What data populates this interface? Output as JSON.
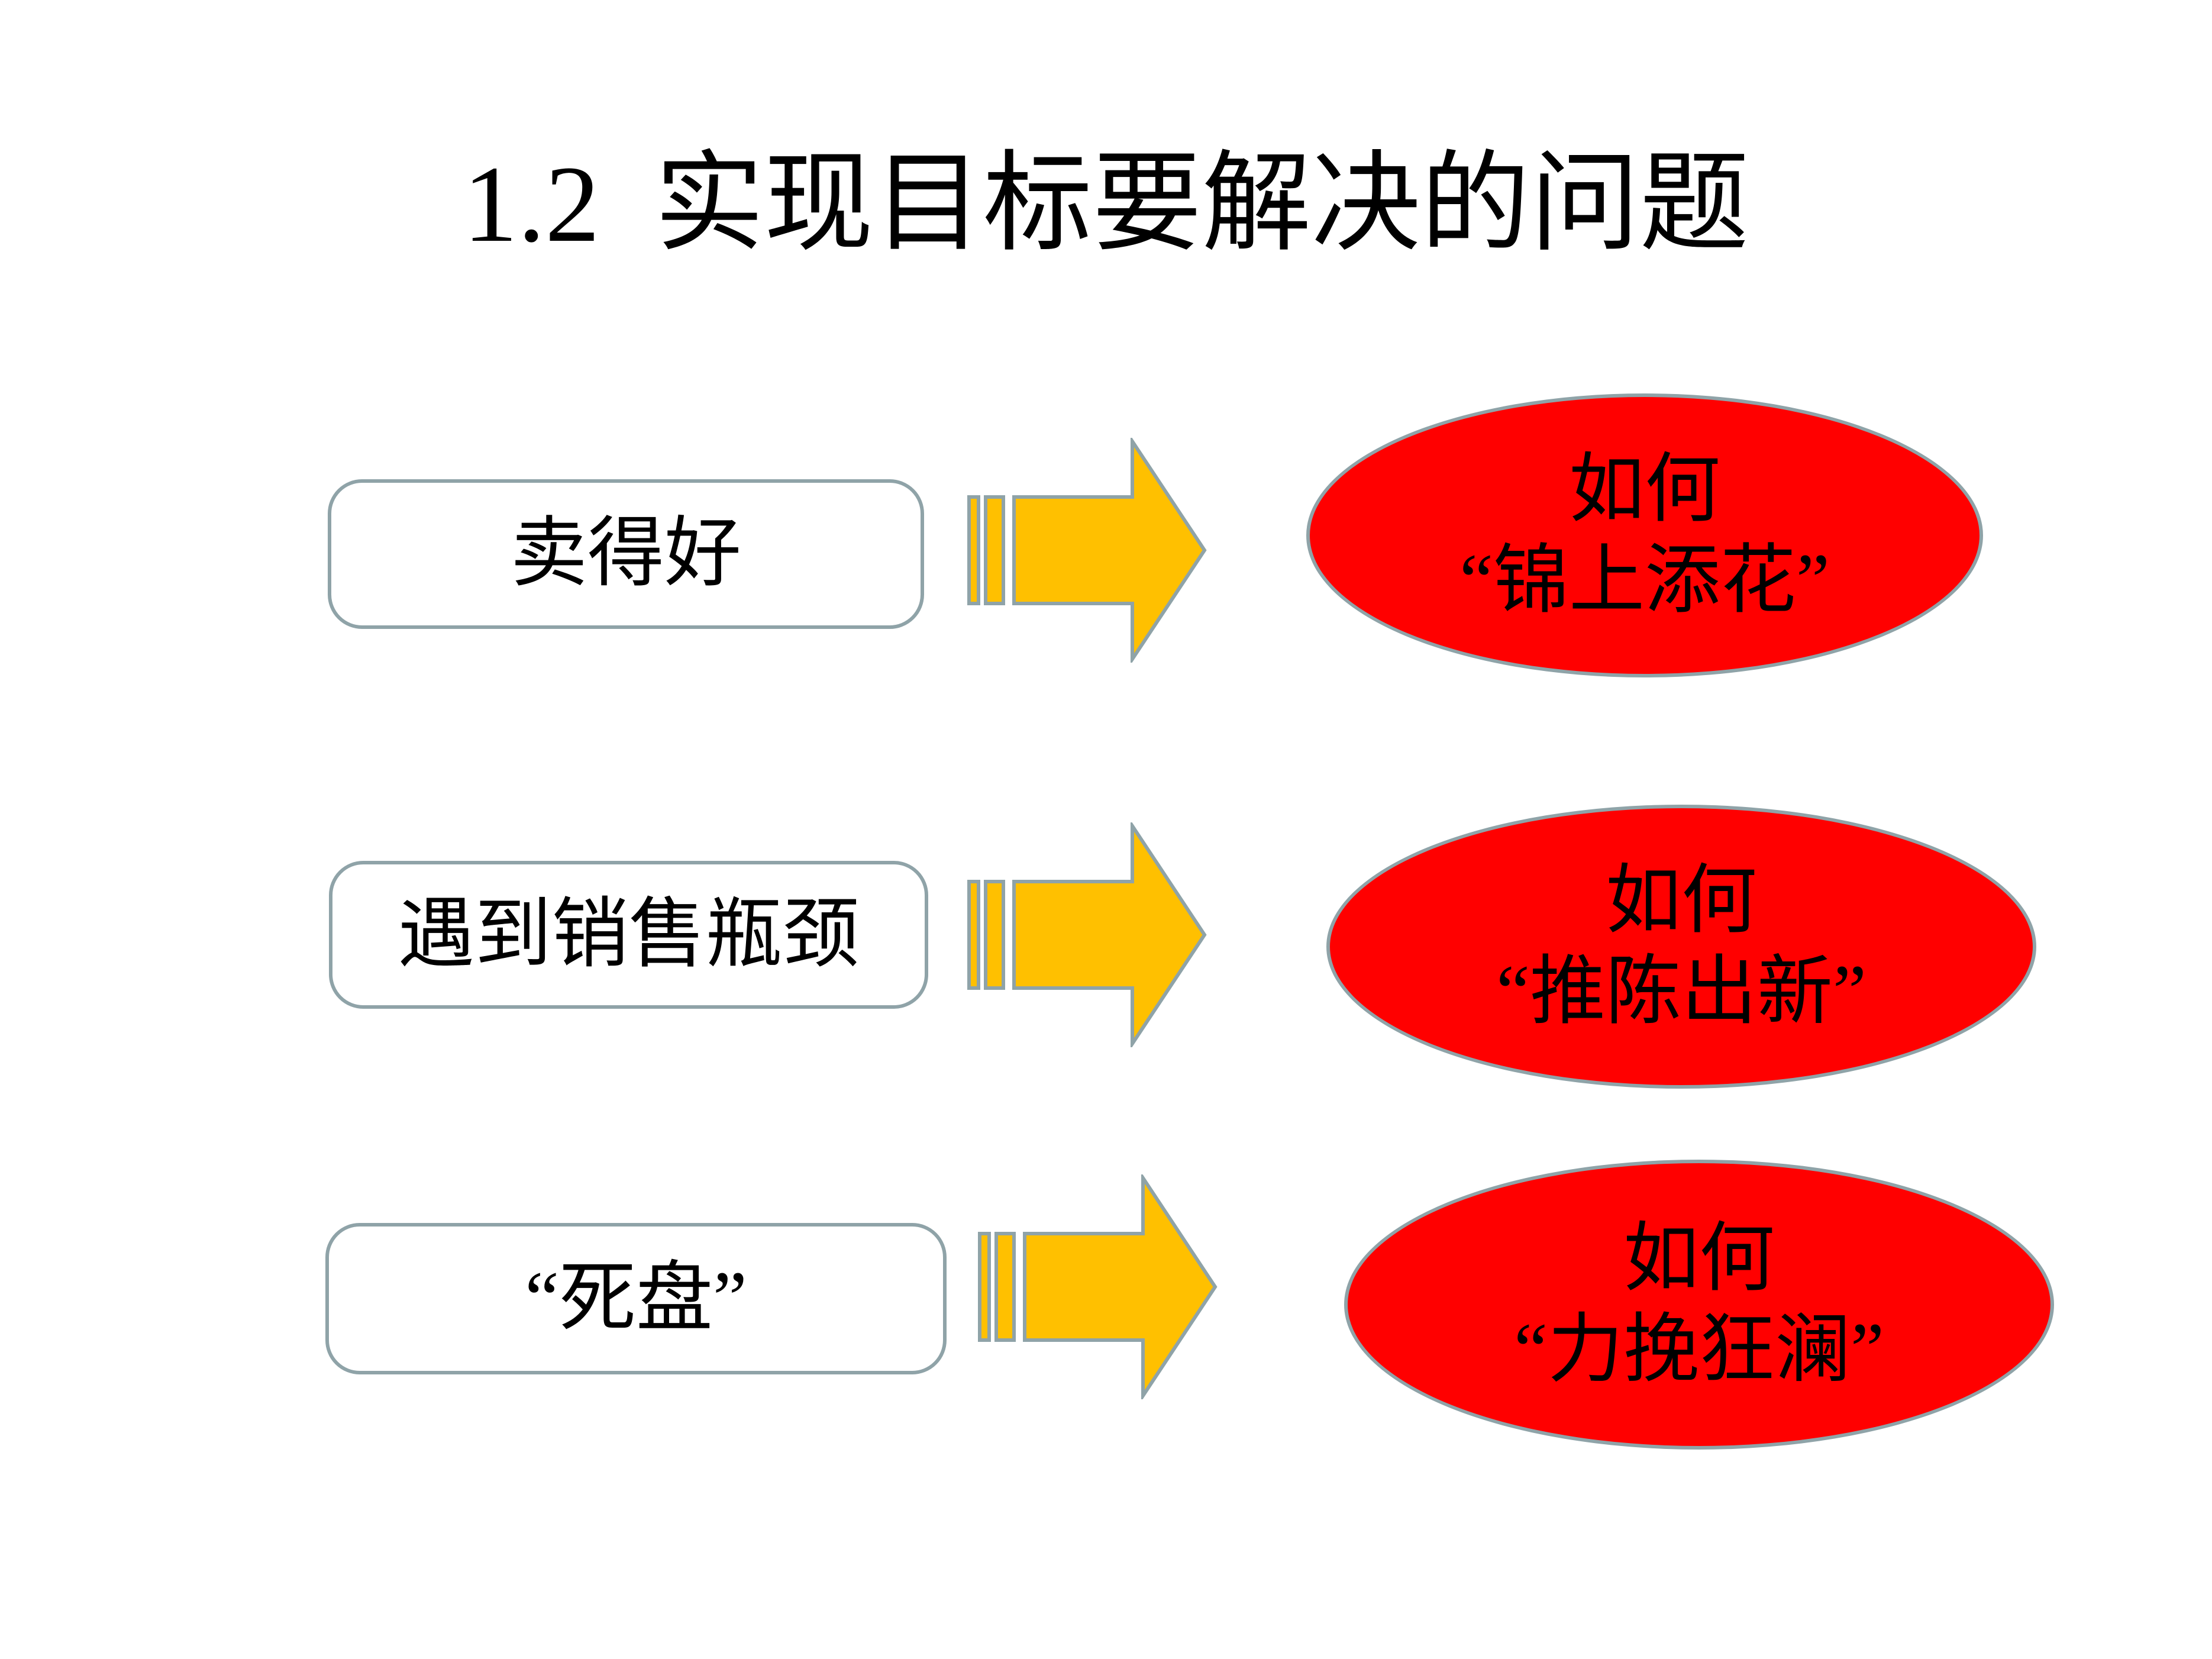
{
  "slide": {
    "title": "1.2  实现目标要解决的问题",
    "rows": [
      {
        "box_label": "卖得好",
        "ellipse_line1": "如何",
        "ellipse_line2": "“锦上添花”"
      },
      {
        "box_label": "遇到销售瓶颈",
        "ellipse_line1": "如何",
        "ellipse_line2": "“推陈出新”"
      },
      {
        "box_label": "“死盘”",
        "ellipse_line1": "如何",
        "ellipse_line2": "“力挽狂澜”"
      }
    ],
    "colors": {
      "background": "#FFFFFF",
      "text": "#000000",
      "shape_border": "#8FA3A8",
      "arrow_fill": "#FFC000",
      "ellipse_fill": "#FF0000"
    }
  }
}
